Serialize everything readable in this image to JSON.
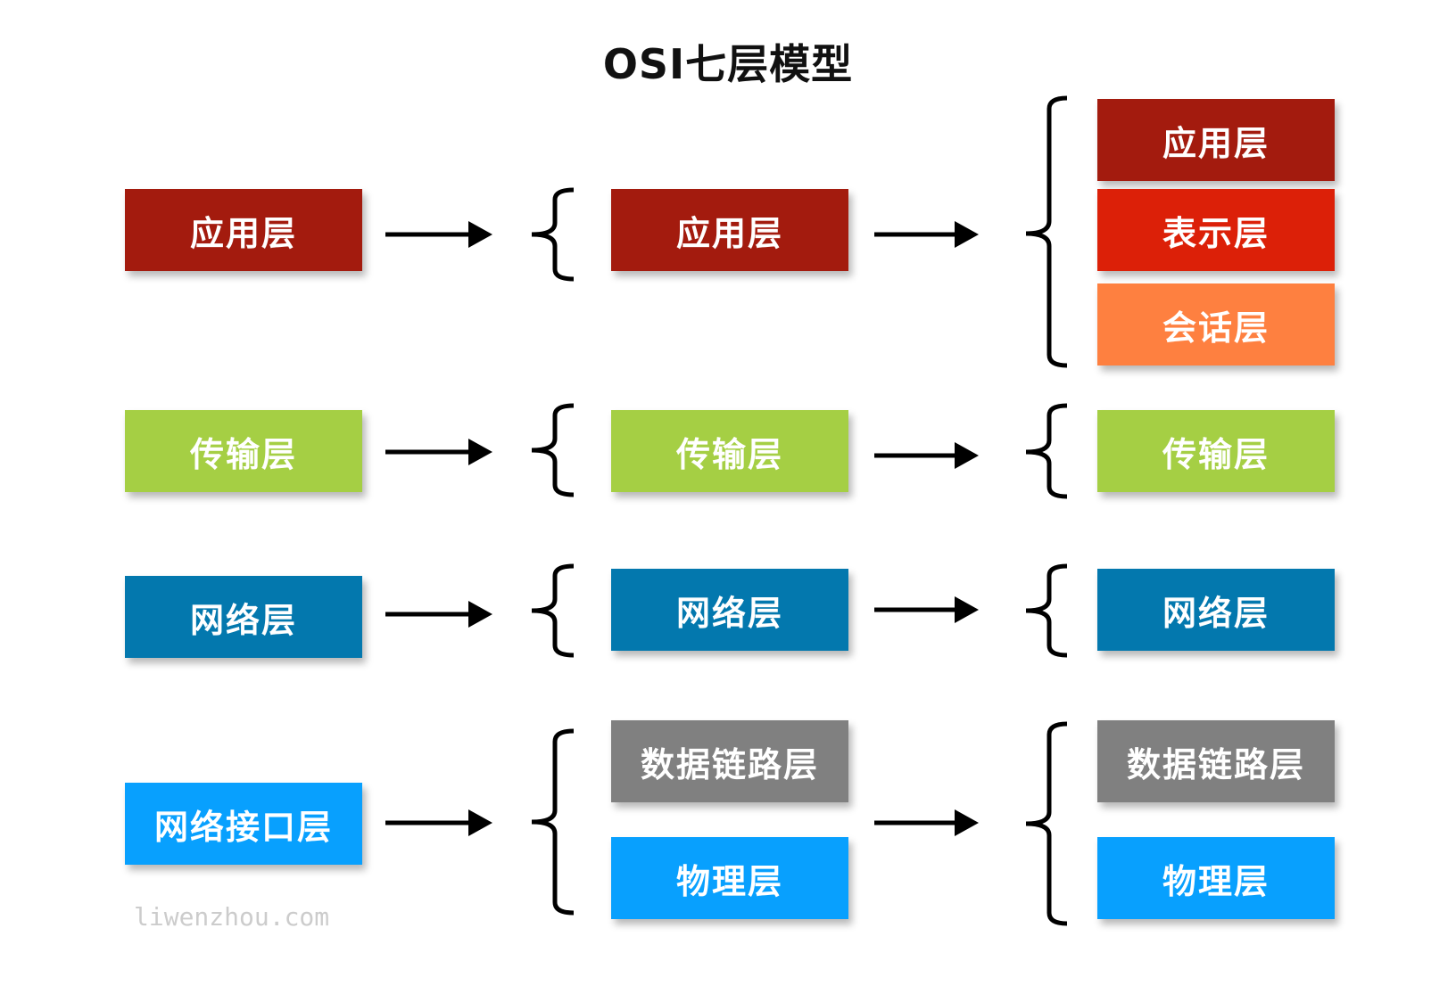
{
  "title": "OSI七层模型",
  "watermark": "liwenzhou.com",
  "colors": {
    "application": "#a31b0e",
    "presentation": "#dc2008",
    "session": "#fe8040",
    "transport": "#a5cf44",
    "network": "#0378ae",
    "datalink": "#808080",
    "physical": "#08a0fe",
    "network_interface": "#08a0fe",
    "arrow": "#000000"
  },
  "columns": {
    "tcpip_4": [
      "应用层",
      "传输层",
      "网络层",
      "网络接口层"
    ],
    "tcpip_5": [
      "应用层",
      "传输层",
      "网络层",
      "数据链路层",
      "物理层"
    ],
    "osi_7": [
      "应用层",
      "表示层",
      "会话层",
      "传输层",
      "网络层",
      "数据链路层",
      "物理层"
    ]
  }
}
